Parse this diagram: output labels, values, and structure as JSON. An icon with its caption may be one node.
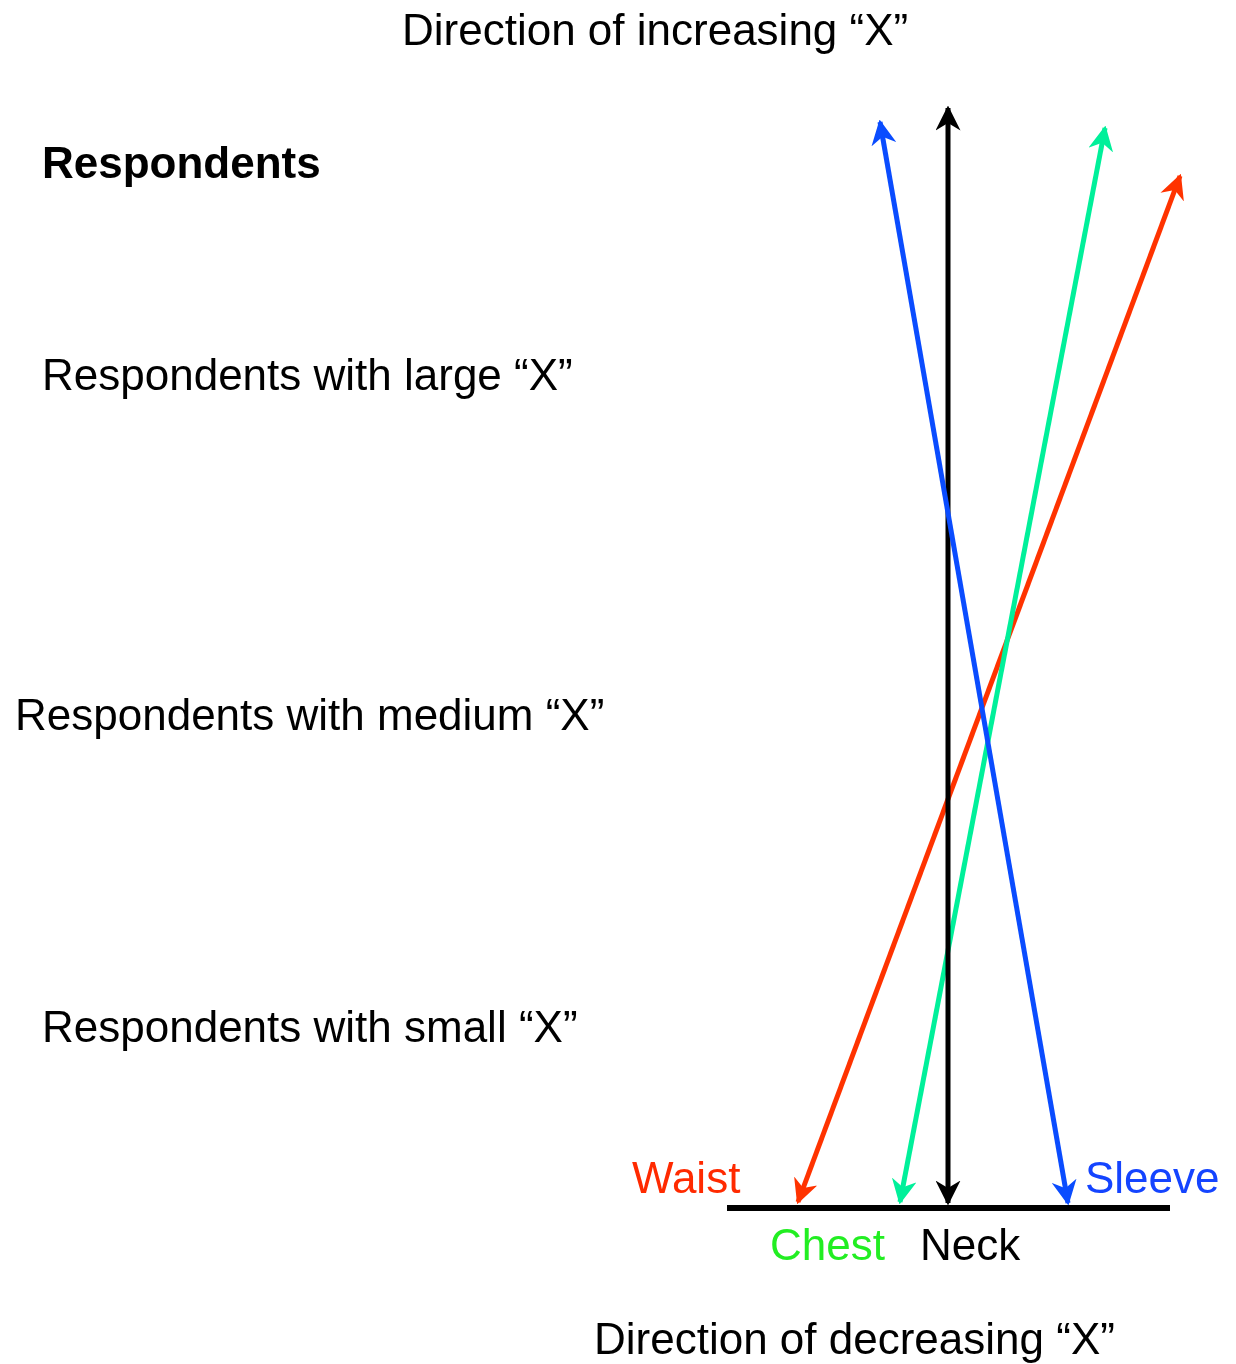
{
  "diagram": {
    "labels": [
      "Direction of increasing “X”",
      "Respondents",
      "Respondents with large “X”",
      "Respondents with medium “X”",
      "Respondents with small “X”",
      "Waist",
      "Sleeve",
      "Chest",
      "Neck",
      "Direction of decreasing “X”"
    ]
  }
}
